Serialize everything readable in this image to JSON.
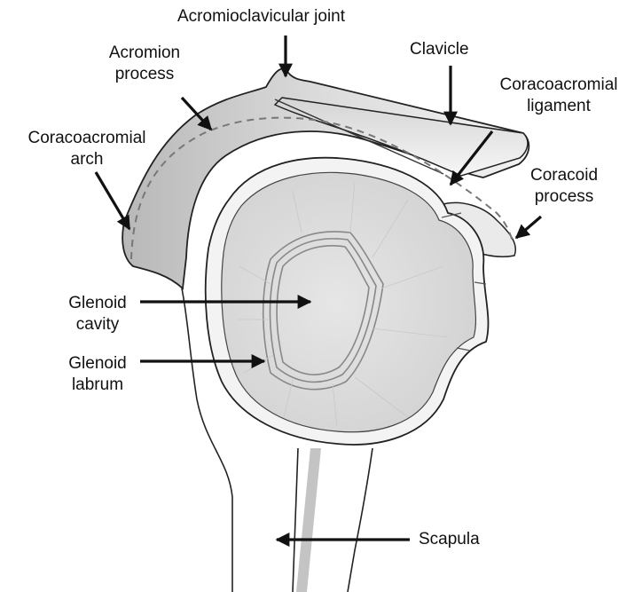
{
  "labels": {
    "acromioclavicular_joint": "Acromioclavicular joint",
    "acromion_line1": "Acromion",
    "acromion_line2": "process",
    "clavicle": "Clavicle",
    "coracoacromial_ligament_line1": "Coracoacromial",
    "coracoacromial_ligament_line2": "ligament",
    "coracoacromial_arch_line1": "Coracoacromial",
    "coracoacromial_arch_line2": "arch",
    "coracoid_line1": "Coracoid",
    "coracoid_line2": "process",
    "glenoid_cavity_line1": "Glenoid",
    "glenoid_cavity_line2": "cavity",
    "glenoid_labrum_line1": "Glenoid",
    "glenoid_labrum_line2": "labrum",
    "scapula": "Scapula"
  }
}
